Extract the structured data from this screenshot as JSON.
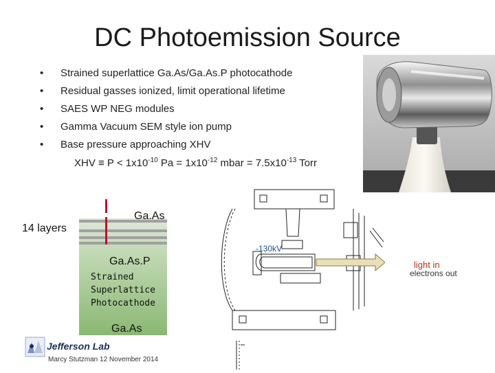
{
  "slide": {
    "title": "DC Photoemission Source",
    "bullets": [
      "Strained superlattice Ga.As/Ga.As.P photocathode",
      "Residual gasses ionized, limit operational lifetime",
      "SAES WP NEG modules",
      "Gamma Vacuum SEM style ion pump",
      "Base pressure approaching XHV"
    ],
    "bullet_marker": "•",
    "xhv_line": {
      "prefix": "XHV ≡ P < 1x10",
      "exp1": "-10",
      "mid1": " Pa = 1x10",
      "exp2": "-12",
      "mid2": " mbar =  7.5x10",
      "exp3": "-13",
      "suffix": " Torr"
    }
  },
  "layers_diagram": {
    "side_label": "14 layers",
    "top_label": "Ga.As",
    "middle_label": "Ga.As.P",
    "desc": "Strained\nSuperlattice\nPhotocathode",
    "bottom_label": "Ga.As",
    "colors": {
      "substrate": "#8fbf7f",
      "gradient_top": "#e8e8e8",
      "layer_line": "#a0a0a0",
      "marker": "#c0102a"
    }
  },
  "schematic": {
    "voltage_label": "-130kV",
    "light_label": "light in",
    "electrons_label": "electrons out",
    "colors": {
      "line": "#222222",
      "arrow": "#e8e0b8",
      "arrow_stroke": "#8a7a3a"
    }
  },
  "footer": {
    "lab_name": "Jefferson Lab",
    "credit": "Marcy Stutzman 12 November 2014",
    "brand_color": "#1a2f5a"
  }
}
